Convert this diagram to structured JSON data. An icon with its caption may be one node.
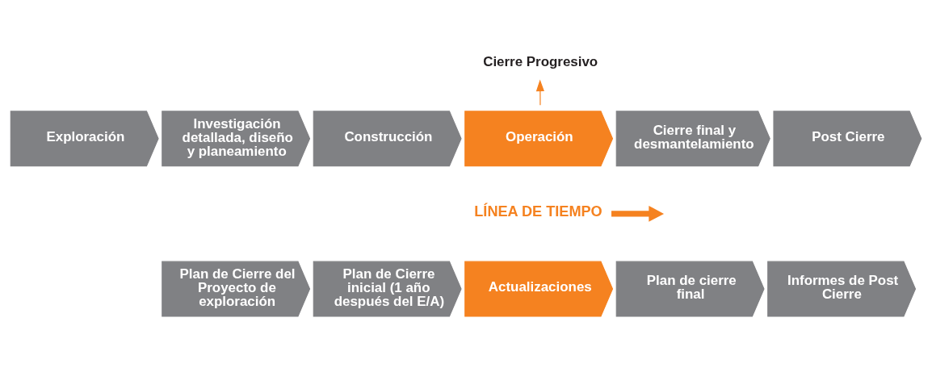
{
  "diagram": {
    "nodes": [
      {
        "text": [
          "Cierre Progresivo"
        ]
      },
      {
        "text": [
          "Exploración"
        ]
      },
      {
        "text": [
          "Investigación detallada, diseño y planeamiento"
        ]
      },
      {
        "text": [
          "Construcción"
        ]
      },
      {
        "text": [
          "Operación"
        ]
      },
      {
        "text": [
          "Cierre final y desmantelamiento"
        ]
      },
      {
        "text": [
          "Post Cierre"
        ]
      },
      {
        "text": [
          "LÍNEA DE TIEMPO"
        ]
      },
      {
        "text": [
          "Plan de Cierre del Proyecto de exploración"
        ]
      },
      {
        "text": [
          "Plan de Cierre inicial (1 año después del E/A)"
        ]
      },
      {
        "text": [
          "Actualizaciones"
        ]
      },
      {
        "text": [
          "Plan de cierre final"
        ]
      },
      {
        "text": [
          "Informes de Post Cierre"
        ]
      }
    ],
    "edges": [
      {
        "from": 4,
        "to": 0,
        "arrow": "to",
        "color": "#f58220"
      },
      {
        "from": 7,
        "to": null,
        "arrow": "to",
        "style": "thick",
        "color": "#f58220"
      }
    ]
  }
}
